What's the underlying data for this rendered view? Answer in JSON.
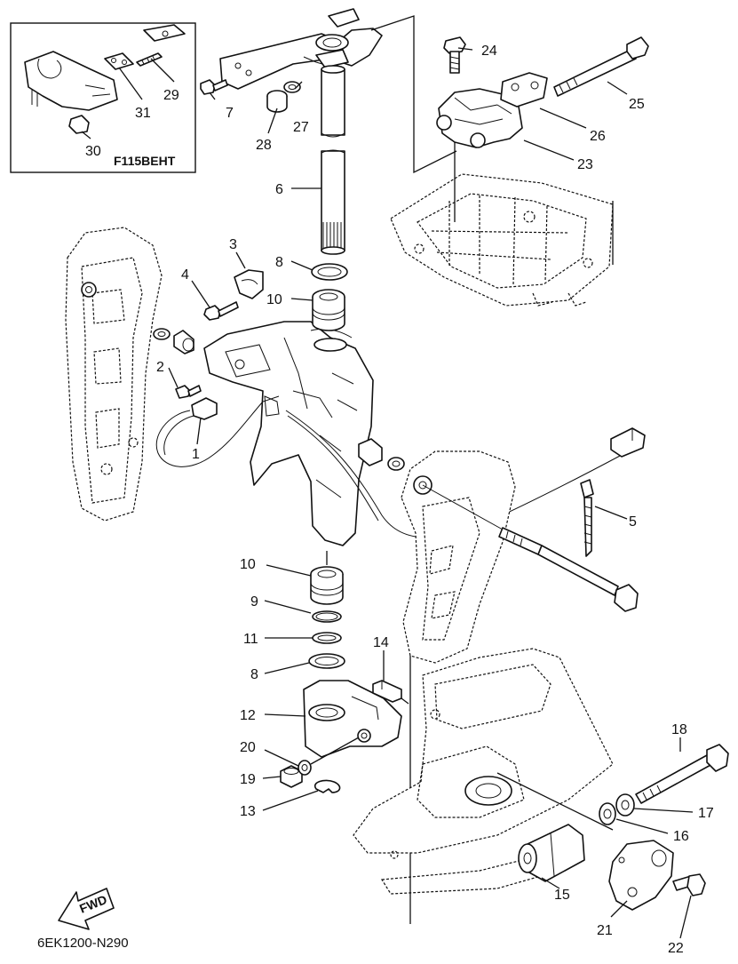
{
  "inset": {
    "model_label": "F115BEHT"
  },
  "diagram_code": "6EK1200-N290",
  "fwd_label": "FWD",
  "callouts": {
    "c1": "1",
    "c2": "2",
    "c3": "3",
    "c4": "4",
    "c5": "5",
    "c6": "6",
    "c7": "7",
    "c8a": "8",
    "c8b": "8",
    "c9": "9",
    "c10a": "10",
    "c10b": "10",
    "c11": "11",
    "c12": "12",
    "c13": "13",
    "c14": "14",
    "c15": "15",
    "c16": "16",
    "c17": "17",
    "c18": "18",
    "c19": "19",
    "c20": "20",
    "c21": "21",
    "c22": "22",
    "c23": "23",
    "c24": "24",
    "c25": "25",
    "c26": "26",
    "c27": "27",
    "c28": "28",
    "c29": "29",
    "c30": "30",
    "c31": "31"
  }
}
